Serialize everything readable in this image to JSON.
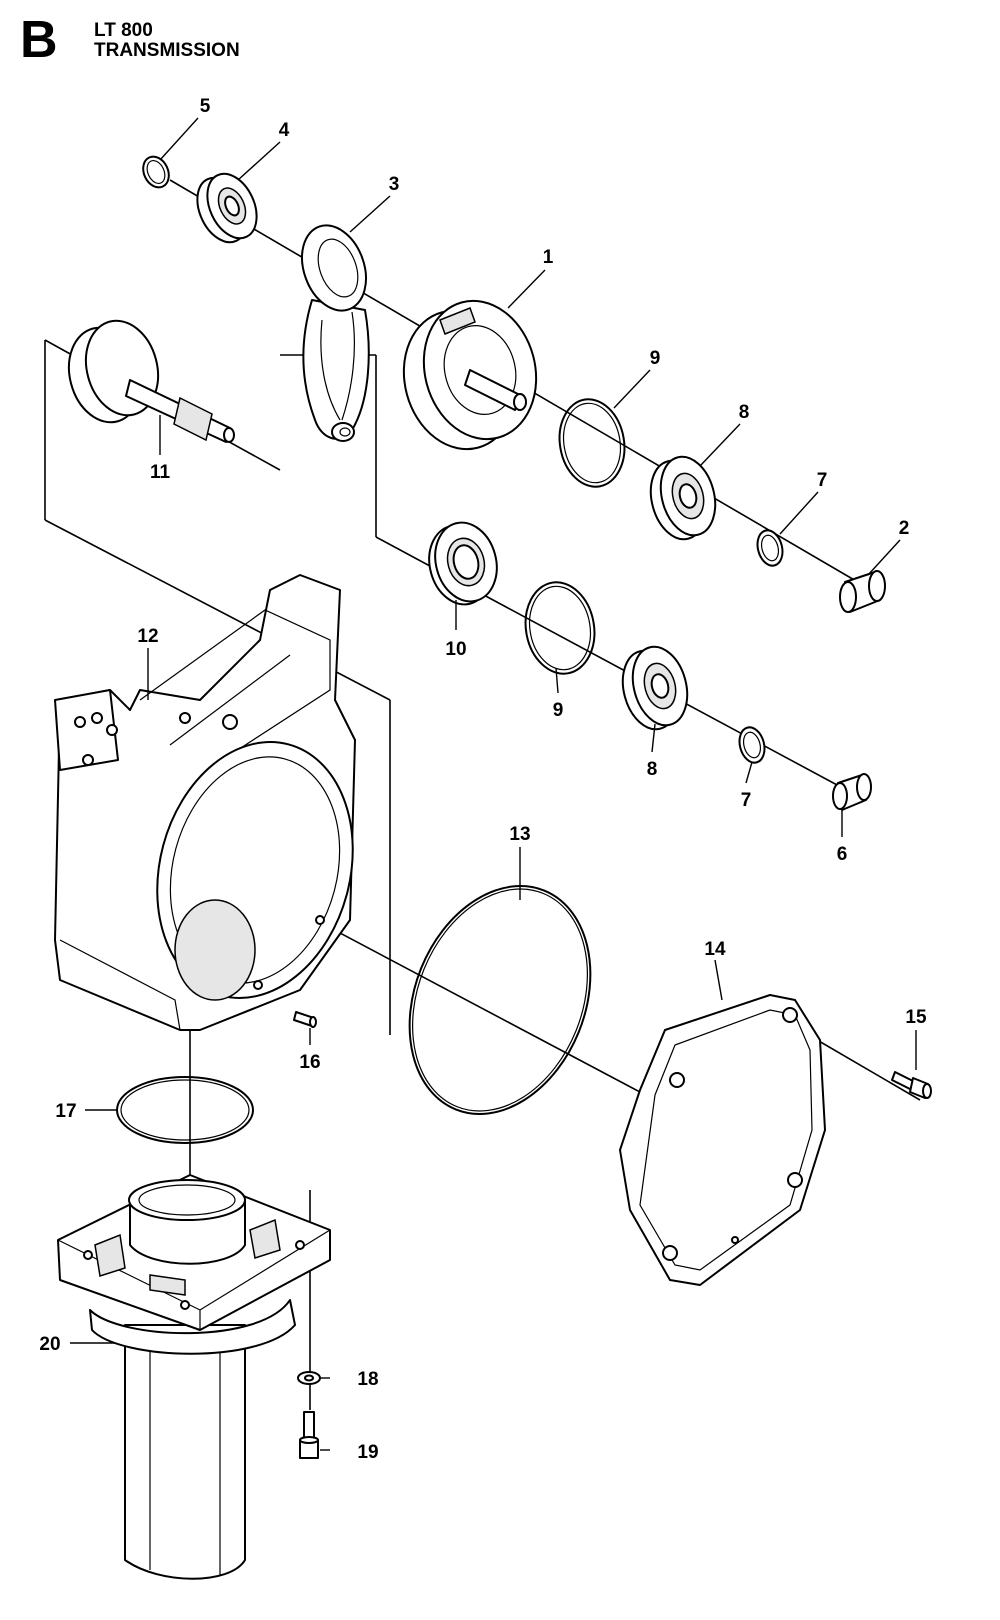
{
  "header": {
    "section_letter": "B",
    "model": "LT 800",
    "title": "TRANSMISSION"
  },
  "callouts": {
    "c1": "1",
    "c2": "2",
    "c3": "3",
    "c4": "4",
    "c5": "5",
    "c6": "6",
    "c7a": "7",
    "c7b": "7",
    "c8a": "8",
    "c8b": "8",
    "c9a": "9",
    "c9b": "9",
    "c10": "10",
    "c11": "11",
    "c12": "12",
    "c13": "13",
    "c14": "14",
    "c15": "15",
    "c16": "16",
    "c17": "17",
    "c18": "18",
    "c19": "19",
    "c20": "20"
  }
}
